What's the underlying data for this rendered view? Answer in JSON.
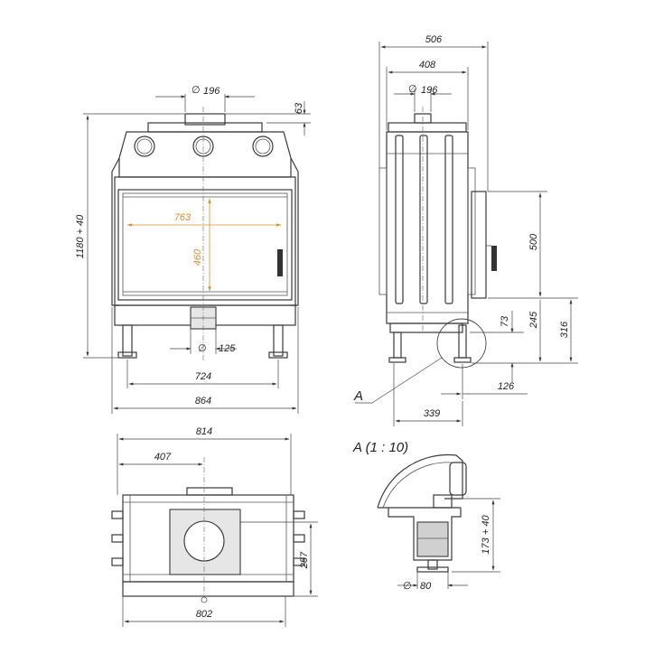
{
  "accent_color": "#e08a2c",
  "front_view": {
    "flue_diameter": "196",
    "top_offset": "63",
    "total_height": "1180 + 40",
    "glass_width": "763",
    "glass_height": "460",
    "air_inlet_diameter": "125",
    "leg_spacing": "724",
    "total_width": "864"
  },
  "side_view": {
    "total_depth": "506",
    "body_depth": "408",
    "flue_diameter": "196",
    "door_height": "500",
    "leg_offset": "73",
    "floor_to_door": "245",
    "floor_to_door_frame": "316",
    "leg_distance": "126",
    "front_to_leg": "339",
    "detail_label": "A"
  },
  "top_view": {
    "width_front": "814",
    "flue_offset": "407",
    "depth": "257",
    "width_rear": "802"
  },
  "detail_view": {
    "title": "A (1 : 10)",
    "leg_height": "173 + 40",
    "foot_diameter": "80"
  },
  "symbols": {
    "diameter": "∅"
  }
}
